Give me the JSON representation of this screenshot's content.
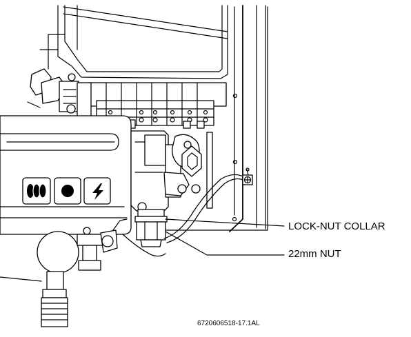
{
  "callouts": {
    "lock_nut_collar": "LOCK-NUT COLLAR",
    "nut_22mm": "22mm NUT"
  },
  "figure_code": "6720606518-17.1AL",
  "panel_icons": [
    "flame-icon",
    "dot-icon",
    "lightning-icon"
  ]
}
